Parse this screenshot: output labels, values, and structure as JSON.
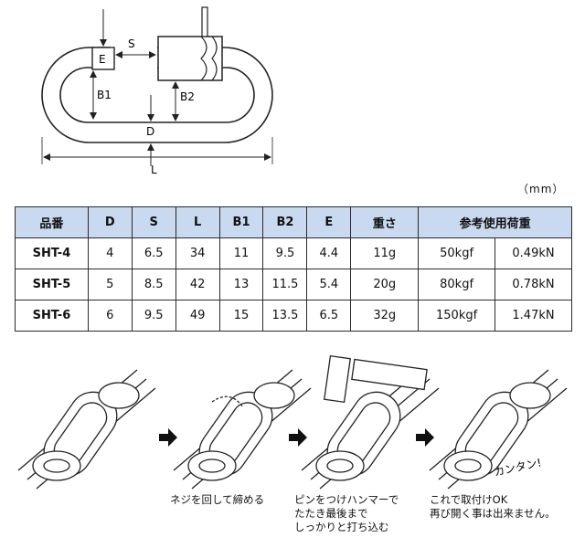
{
  "diagram": {
    "labels": {
      "E": "E",
      "S": "S",
      "B1": "B1",
      "B2": "B2",
      "D": "D",
      "L": "L"
    }
  },
  "unit": "（mm）",
  "table": {
    "headers": [
      "品番",
      "D",
      "S",
      "L",
      "B1",
      "B2",
      "E",
      "重さ",
      "参考使用荷重"
    ],
    "rows": [
      [
        "SHT-4",
        "4",
        "6.5",
        "34",
        "11",
        "9.5",
        "4.4",
        "11g",
        "50kgf",
        "0.49kN"
      ],
      [
        "SHT-5",
        "5",
        "8.5",
        "42",
        "13",
        "11.5",
        "5.4",
        "20g",
        "80kgf",
        "0.78kN"
      ],
      [
        "SHT-6",
        "6",
        "9.5",
        "49",
        "15",
        "13.5",
        "6.5",
        "32g",
        "150kgf",
        "1.47kN"
      ]
    ]
  },
  "steps": {
    "step2_caption": "ネジを回して締める",
    "step3_caption": [
      "ピンをつけハンマーで",
      "たたき最後まで",
      "しっかりと打ち込む"
    ],
    "step4_exclaim": "カンタン!",
    "step4_caption": [
      "これで取付けOK",
      "再び開く事は出来ません。"
    ]
  }
}
